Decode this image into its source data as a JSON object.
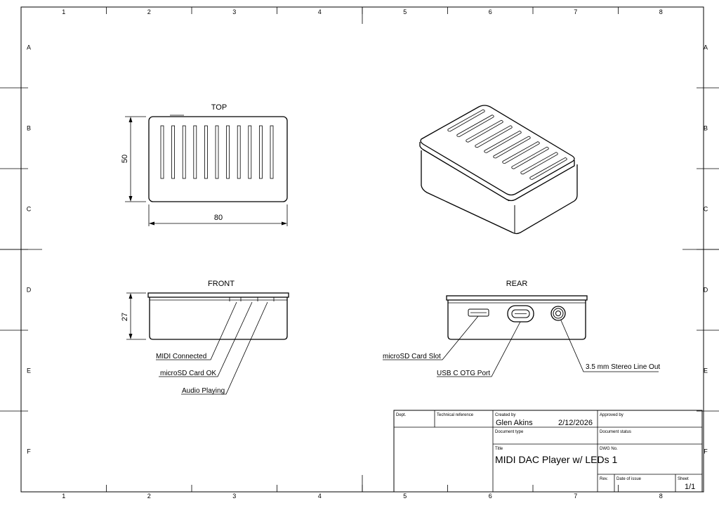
{
  "grid": {
    "columns": [
      "1",
      "2",
      "3",
      "4",
      "5",
      "6",
      "7",
      "8"
    ],
    "rows": [
      "A",
      "B",
      "C",
      "D",
      "E",
      "F"
    ]
  },
  "views": {
    "top": {
      "label": "TOP",
      "dim_width": "80",
      "dim_height": "50"
    },
    "front": {
      "label": "FRONT",
      "dim_height": "27"
    },
    "rear": {
      "label": "REAR"
    }
  },
  "callouts": {
    "front": [
      "MIDI Connected",
      "microSD Card OK",
      "Audio Playing"
    ],
    "rear": [
      "microSD Card Slot",
      "USB C OTG Port",
      "3.5 mm Stereo Line Out"
    ]
  },
  "title_block": {
    "dept_label": "Dept.",
    "tech_ref_label": "Technical reference",
    "created_by_label": "Created by",
    "created_by": "Glen Akins",
    "date": "2/12/2026",
    "approved_by_label": "Approved by",
    "doc_type_label": "Document type",
    "doc_status_label": "Document status",
    "title_label": "Title",
    "title": "MIDI DAC Player w/ LEDs 1",
    "dwg_no_label": "DWG No.",
    "rev_label": "Rev.",
    "date_of_issue_label": "Date of issue",
    "sheet_label": "Sheet",
    "sheet": "1/1"
  }
}
